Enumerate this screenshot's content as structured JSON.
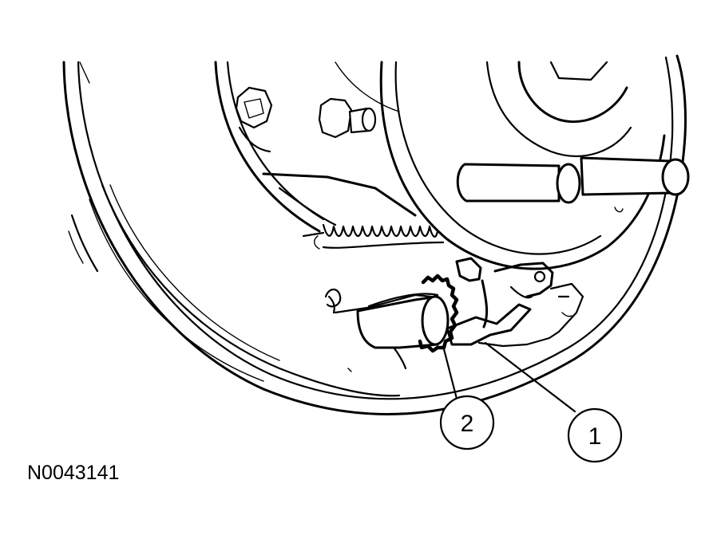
{
  "figure": {
    "reference_code": "N0043141",
    "callouts": [
      {
        "number": "1",
        "part": "adjuster-lever"
      },
      {
        "number": "2",
        "part": "adjuster-screw-star-wheel"
      }
    ],
    "colors": {
      "line": "#000000",
      "background": "#ffffff"
    }
  }
}
